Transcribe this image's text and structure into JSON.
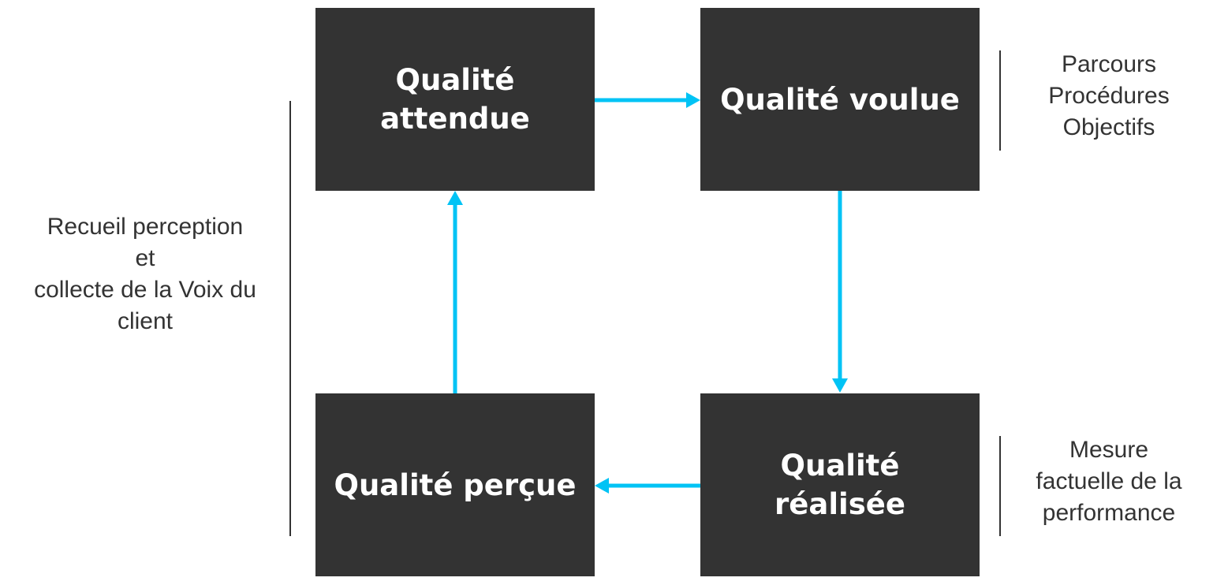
{
  "boxes": {
    "top_left": [
      "Qualité",
      "attendue"
    ],
    "top_right": [
      "Qualité voulue"
    ],
    "bottom_left": [
      "Qualité perçue"
    ],
    "bottom_right": [
      "Qualité",
      "réalisée"
    ]
  },
  "side_texts": {
    "left": [
      "Recueil perception",
      "et",
      "collecte de la Voix du",
      "client"
    ],
    "right_top": [
      "Parcours",
      "Procédures",
      "Objectifs"
    ],
    "right_bottom": [
      "Mesure",
      "factuelle de la",
      "performance"
    ]
  },
  "colors": {
    "box_fill": "#333333",
    "box_text": "#ffffff",
    "arrow": "#00c3f5",
    "side_text": "#333333"
  }
}
